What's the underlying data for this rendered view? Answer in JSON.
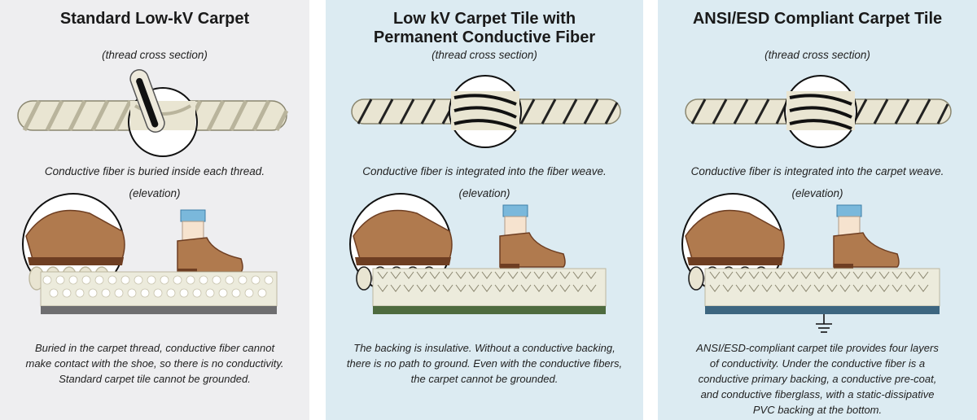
{
  "panels": [
    {
      "title_lines": [
        "Standard Low-kV Carpet"
      ],
      "thread_label": "(thread cross section)",
      "thread_caption": "Conductive fiber is buried inside each thread.",
      "elevation_label": "(elevation)",
      "body_lines": [
        "Buried in the carpet thread, conductive fiber cannot",
        "make contact with the shoe, so there is no conductivity.",
        "Standard carpet tile cannot be grounded."
      ],
      "backing_color": "#6e6e70"
    },
    {
      "title_lines": [
        "Low kV Carpet Tile with",
        "Permanent Conductive Fiber"
      ],
      "thread_label": "(thread cross section)",
      "thread_caption": "Conductive fiber is integrated into the fiber weave.",
      "elevation_label": "(elevation)",
      "body_lines": [
        "The backing is insulative. Without a conductive backing,",
        "there is no path to ground. Even with the conductive fibers,",
        "the carpet cannot be grounded."
      ],
      "backing_color": "#4e6b3f"
    },
    {
      "title_lines": [
        "ANSI/ESD Compliant Carpet Tile"
      ],
      "thread_label": "(thread cross section)",
      "thread_caption": "Conductive fiber is integrated into the carpet weave.",
      "elevation_label": "(elevation)",
      "body_lines": [
        "ANSI/ESD-compliant carpet tile provides four layers",
        "of conductivity. Under the conductive fiber is a",
        "conductive primary backing, a conductive pre-coat,",
        "and conductive fiberglass, with a static-dissipative",
        "PVC backing at the bottom."
      ],
      "backing_color": "#3d6680"
    }
  ],
  "colors": {
    "rope": "#e9e5d2",
    "rope_shade": "#b9b49c",
    "shoe": "#b07a4e",
    "shoe_dark": "#6e3e22",
    "sock": "#7ab8db",
    "ankle": "#f6e3cf"
  },
  "icons": [
    "thread-rope-icon",
    "magnifier-circle-icon",
    "shoe-icon",
    "carpet-icon",
    "ground-symbol-icon"
  ]
}
